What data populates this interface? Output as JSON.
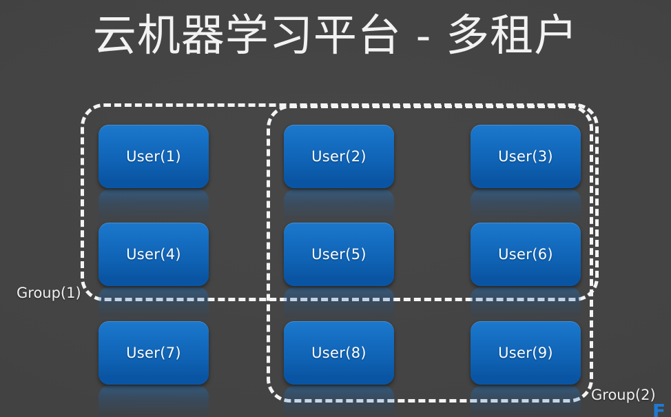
{
  "slide": {
    "title": "云机器学习平台 - 多租户",
    "background_color": "#434343",
    "title_color": "#F2F2F2",
    "box_color_top": "#1D78CC",
    "box_color_bottom": "#0A55A3",
    "dash_color": "#F4F4F4"
  },
  "groups": [
    {
      "id": "group-1",
      "label": "Group(1)"
    },
    {
      "id": "group-2",
      "label": "Group(2)"
    }
  ],
  "users": [
    {
      "label": "User(1)"
    },
    {
      "label": "User(2)"
    },
    {
      "label": "User(3)"
    },
    {
      "label": "User(4)"
    },
    {
      "label": "User(5)"
    },
    {
      "label": "User(6)"
    },
    {
      "label": "User(7)"
    },
    {
      "label": "User(8)"
    },
    {
      "label": "User(9)"
    }
  ],
  "corner": {
    "logo_glyph": "F"
  }
}
